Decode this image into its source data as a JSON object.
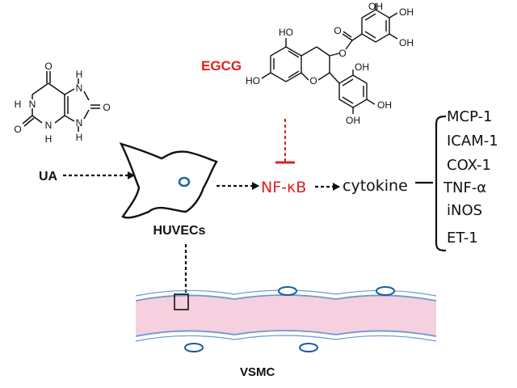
{
  "labels": {
    "ua": "UA",
    "egcg": "EGCG",
    "huvecs": "HUVECs",
    "nfkb": "NF-κB",
    "cytokine": "cytokine",
    "vsmc": "VSMC"
  },
  "cytokines": [
    "MCP-1",
    "ICAM-1",
    "COX-1",
    "TNF-α",
    "iNOS",
    "ET-1"
  ],
  "uric_acid_atoms": {
    "o_top": "O",
    "o_left": "O",
    "o_right": "O",
    "h_n1": "H",
    "n1": "N",
    "n3": "N",
    "h_n3": "H",
    "h_n7": "H",
    "n7": "N",
    "n9": "N",
    "h_n9": "H"
  },
  "egcg_atoms": {
    "oh_a5": "HO",
    "oh_a7": "HO",
    "o_ring": "O",
    "o_ester": "O",
    "o_carbonyl": "O",
    "oh_g3": "OH",
    "oh_g4": "OH",
    "oh_g5": "OH",
    "oh_b3": "OH",
    "oh_b4": "OH",
    "oh_b5": "OH"
  },
  "colors": {
    "accent_red": "#e02020",
    "ink": "#111111",
    "cell_nucleus": "#1a6aa8",
    "vessel_fill": "#f6d0de",
    "vessel_line": "#6a9ad0",
    "vsmc_cell": "#1e5aa0"
  }
}
